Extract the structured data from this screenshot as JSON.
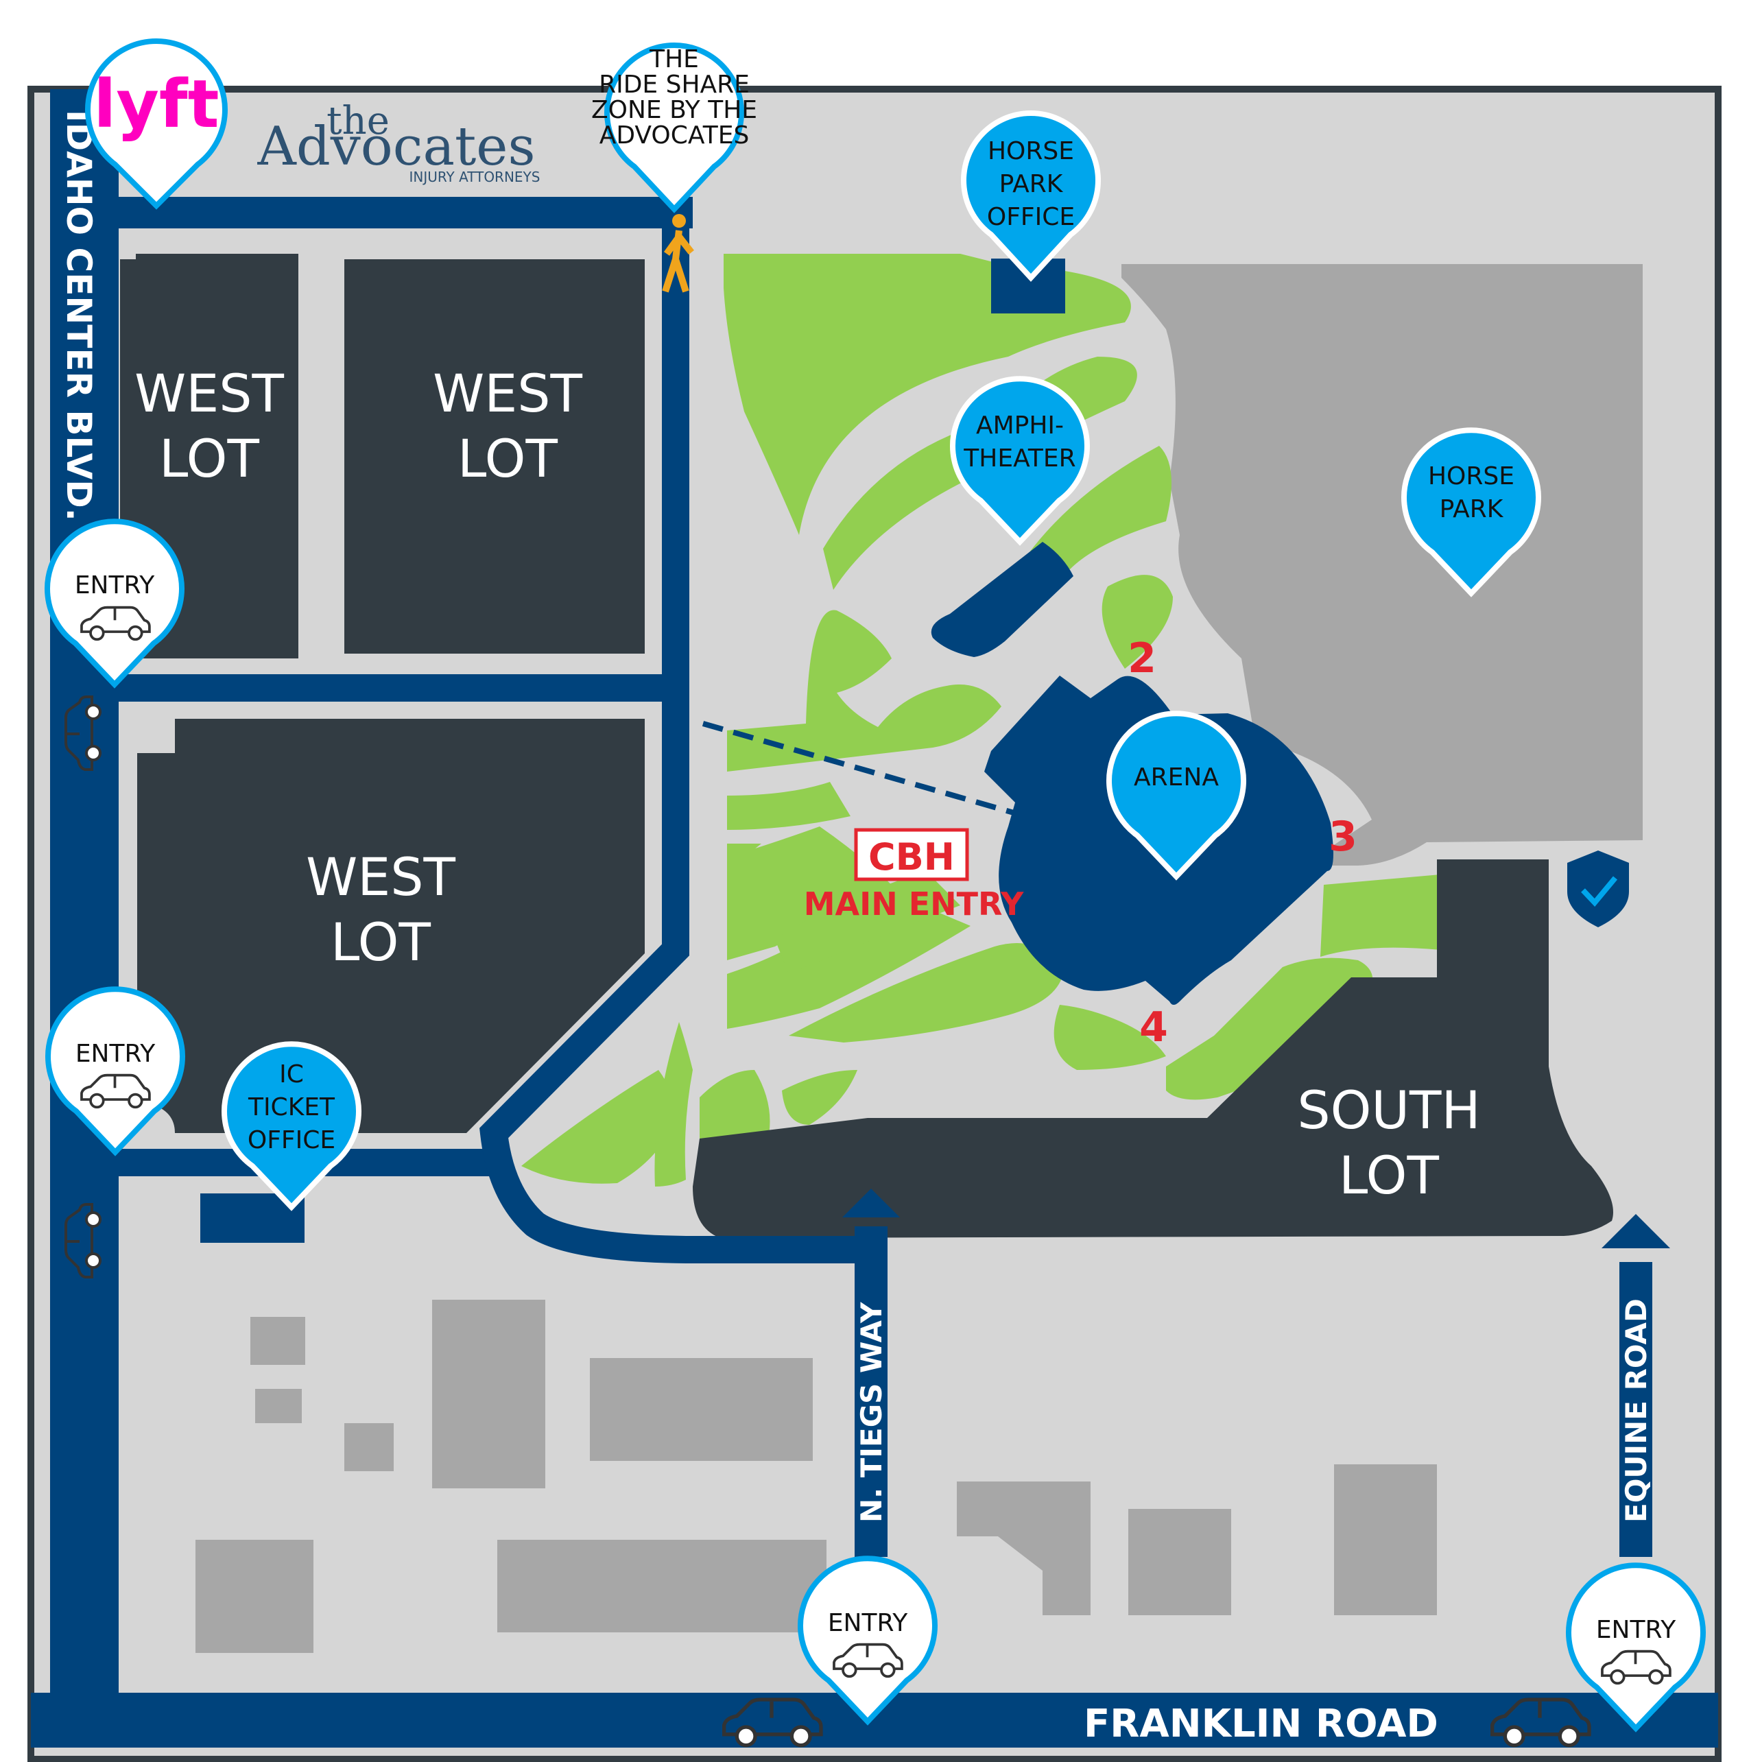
{
  "brand": {
    "lyft": "lyft",
    "sponsor_small": "the",
    "sponsor_name": "Advocates",
    "sponsor_tagline": "INJURY ATTORNEYS"
  },
  "roads": {
    "west": "IDAHO CENTER BLVD.",
    "south": "FRANKLIN ROAD",
    "tiegs": "N. TIEGS WAY",
    "equine": "EQUINE ROAD"
  },
  "lots": {
    "west_a": [
      "WEST",
      "LOT"
    ],
    "west_b": [
      "WEST",
      "LOT"
    ],
    "west_c": [
      "WEST",
      "LOT"
    ],
    "south": [
      "SOUTH",
      "LOT"
    ]
  },
  "pins": {
    "rideshare": [
      "THE",
      "RIDE SHARE",
      "ZONE BY THE",
      "ADVOCATES"
    ],
    "horse_park_office": [
      "HORSE",
      "PARK",
      "OFFICE"
    ],
    "amphitheater": [
      "AMPHI-",
      "THEATER"
    ],
    "horse_park": [
      "HORSE",
      "PARK"
    ],
    "arena": [
      "ARENA"
    ],
    "ticket_office": [
      "IC",
      "TICKET",
      "OFFICE"
    ]
  },
  "entry_label": "ENTRY",
  "main_entry": {
    "logo": "CBH",
    "label": "MAIN ENTRY"
  },
  "gates": [
    "2",
    "3",
    "4"
  ],
  "colors": {
    "road": "#00437c",
    "lot": "#323c43",
    "ground": "#d6d6d6",
    "grass": "#92cf50",
    "building": "#a7a7a7",
    "pin": "#00a6ec",
    "accent_red": "#e4262f",
    "lyft_pink": "#ff00bf",
    "sponsor_blue": "#2f5272"
  }
}
